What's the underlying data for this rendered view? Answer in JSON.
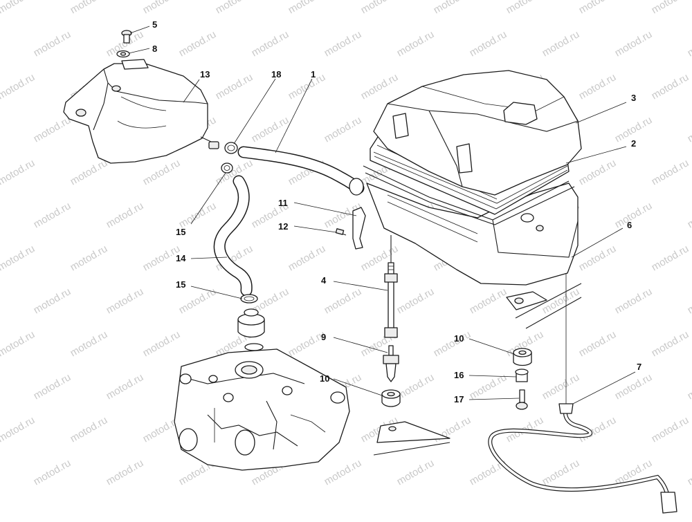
{
  "diagram": {
    "watermark": "motod.ru",
    "callouts": [
      {
        "id": "c5",
        "label": "5"
      },
      {
        "id": "c8",
        "label": "8"
      },
      {
        "id": "c13",
        "label": "13"
      },
      {
        "id": "c18",
        "label": "18"
      },
      {
        "id": "c1",
        "label": "1"
      },
      {
        "id": "c3",
        "label": "3"
      },
      {
        "id": "c2",
        "label": "2"
      },
      {
        "id": "c6",
        "label": "6"
      },
      {
        "id": "c11",
        "label": "11"
      },
      {
        "id": "c12",
        "label": "12"
      },
      {
        "id": "c15a",
        "label": "15"
      },
      {
        "id": "c14",
        "label": "14"
      },
      {
        "id": "c15b",
        "label": "15"
      },
      {
        "id": "c4",
        "label": "4"
      },
      {
        "id": "c9",
        "label": "9"
      },
      {
        "id": "c10a",
        "label": "10"
      },
      {
        "id": "c10b",
        "label": "10"
      },
      {
        "id": "c16",
        "label": "16"
      },
      {
        "id": "c17",
        "label": "17"
      },
      {
        "id": "c7",
        "label": "7"
      }
    ]
  }
}
